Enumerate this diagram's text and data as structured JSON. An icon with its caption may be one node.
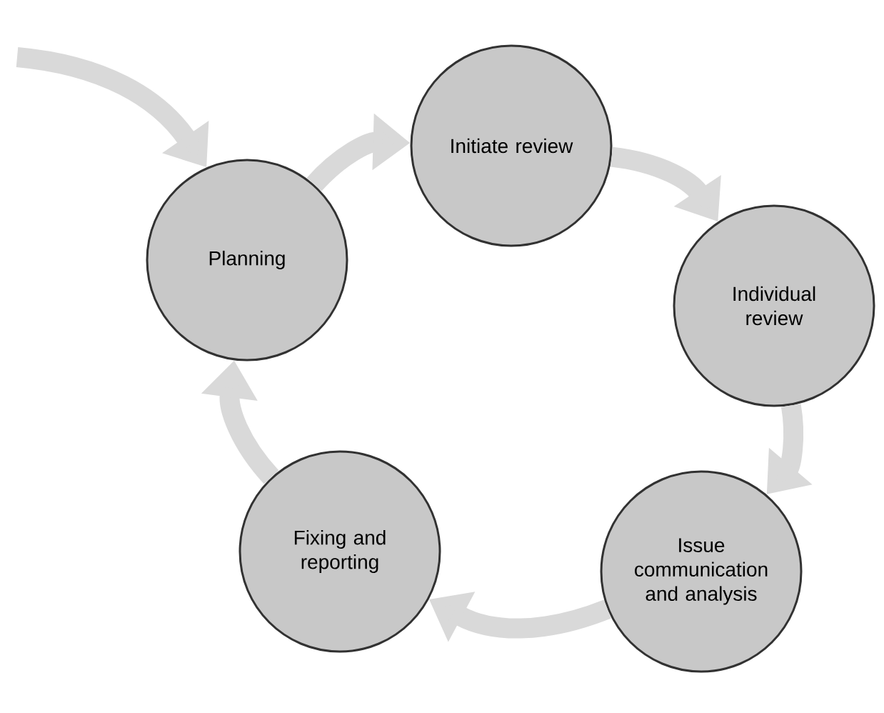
{
  "diagram": {
    "nodes": [
      {
        "text": [
          "Planning"
        ]
      },
      {
        "text": [
          "Initiate review"
        ]
      },
      {
        "text": [
          "Individual review"
        ]
      },
      {
        "text": [
          "Issue communication and analysis"
        ]
      },
      {
        "text": [
          "Fixing and reporting"
        ]
      }
    ],
    "edges": [
      {
        "from": null,
        "to": 0,
        "arrow": "to"
      },
      {
        "from": 0,
        "to": 1,
        "arrow": "to"
      },
      {
        "from": 1,
        "to": 2,
        "arrow": "to"
      },
      {
        "from": 2,
        "to": 3,
        "arrow": "to"
      },
      {
        "from": 3,
        "to": 4,
        "arrow": "to"
      },
      {
        "from": 4,
        "to": 0,
        "arrow": "to"
      }
    ]
  }
}
